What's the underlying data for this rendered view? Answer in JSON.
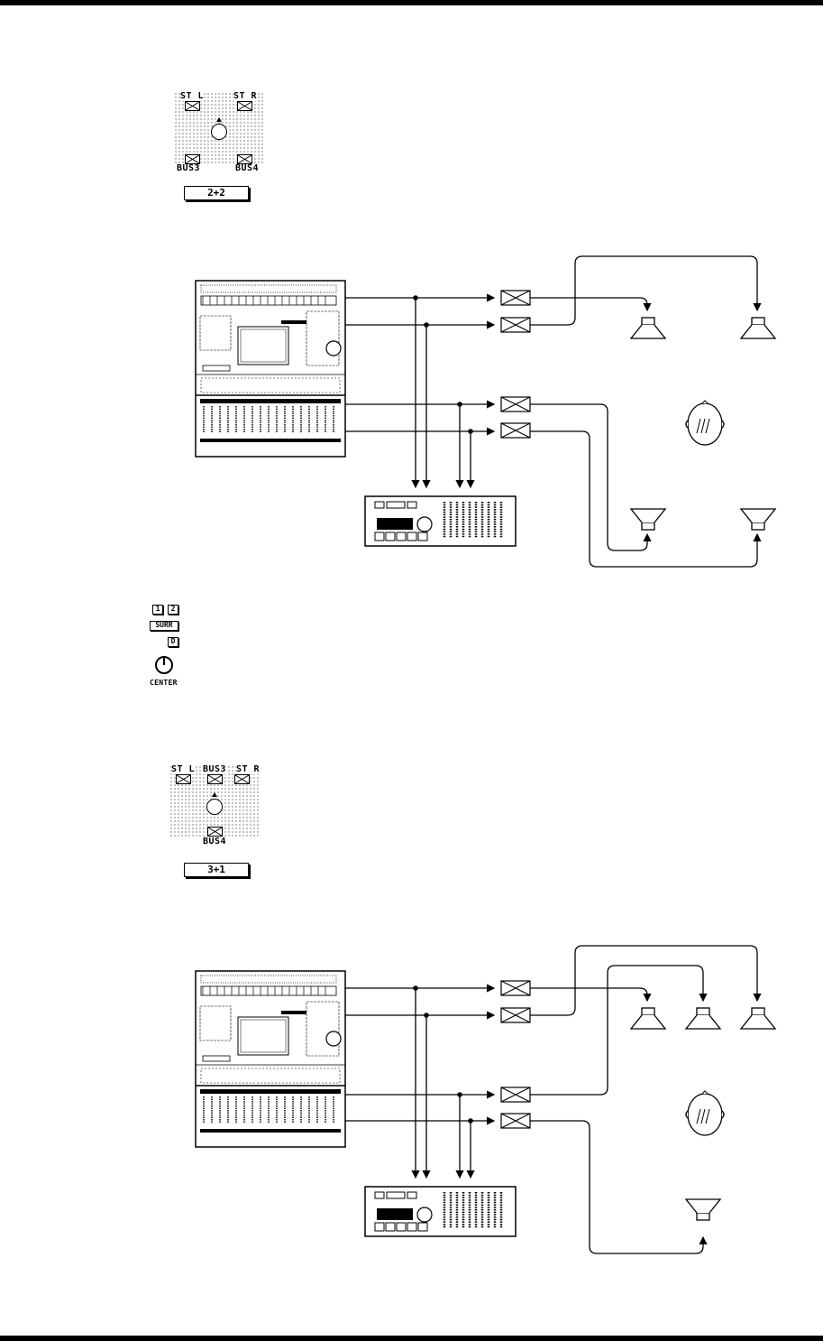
{
  "panel_2_2": {
    "st_l": "ST L",
    "st_r": "ST R",
    "bus3": "BUS3",
    "bus4": "BUS4",
    "mode": "2+2"
  },
  "indicators": {
    "key1": "1",
    "key2": "2",
    "surr": "SURR",
    "d": "D",
    "center": "CENTER"
  },
  "panel_3_1": {
    "st_l": "ST L",
    "bus3": "BUS3",
    "st_r": "ST R",
    "bus4": "BUS4",
    "mode": "3+1"
  }
}
